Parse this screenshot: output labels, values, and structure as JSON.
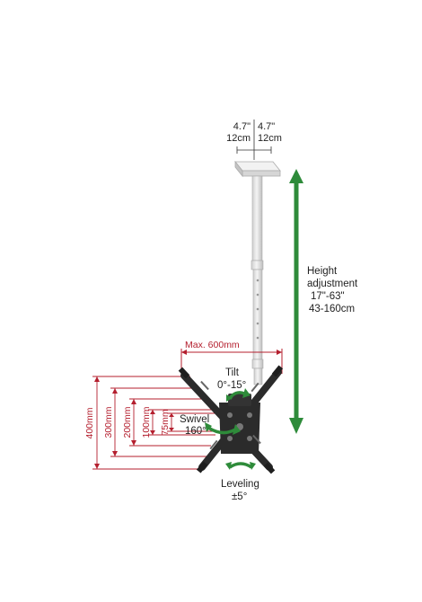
{
  "top_width": {
    "left_in": "4.7\"",
    "left_cm": "12cm",
    "right_in": "4.7\"",
    "right_cm": "12cm"
  },
  "height": {
    "line1": "Height",
    "line2": "adjustment",
    "line3": "17\"-63\"",
    "line4": "43-160cm"
  },
  "max_width": "Max. 600mm",
  "tilt": {
    "line1": "Tilt",
    "line2": "0°-15°"
  },
  "swivel": {
    "line1": "Swivel",
    "line2": "160°"
  },
  "leveling": {
    "line1": "Leveling",
    "line2": "±5°"
  },
  "vesa_heights": [
    "400mm",
    "300mm",
    "200mm",
    "100mm",
    "75mm"
  ],
  "colors": {
    "dimension_red": "#b41f2e",
    "arrow_green": "#2e8b3a",
    "mount_dark": "#2b2b2b",
    "pole": "#e8e8e8"
  }
}
